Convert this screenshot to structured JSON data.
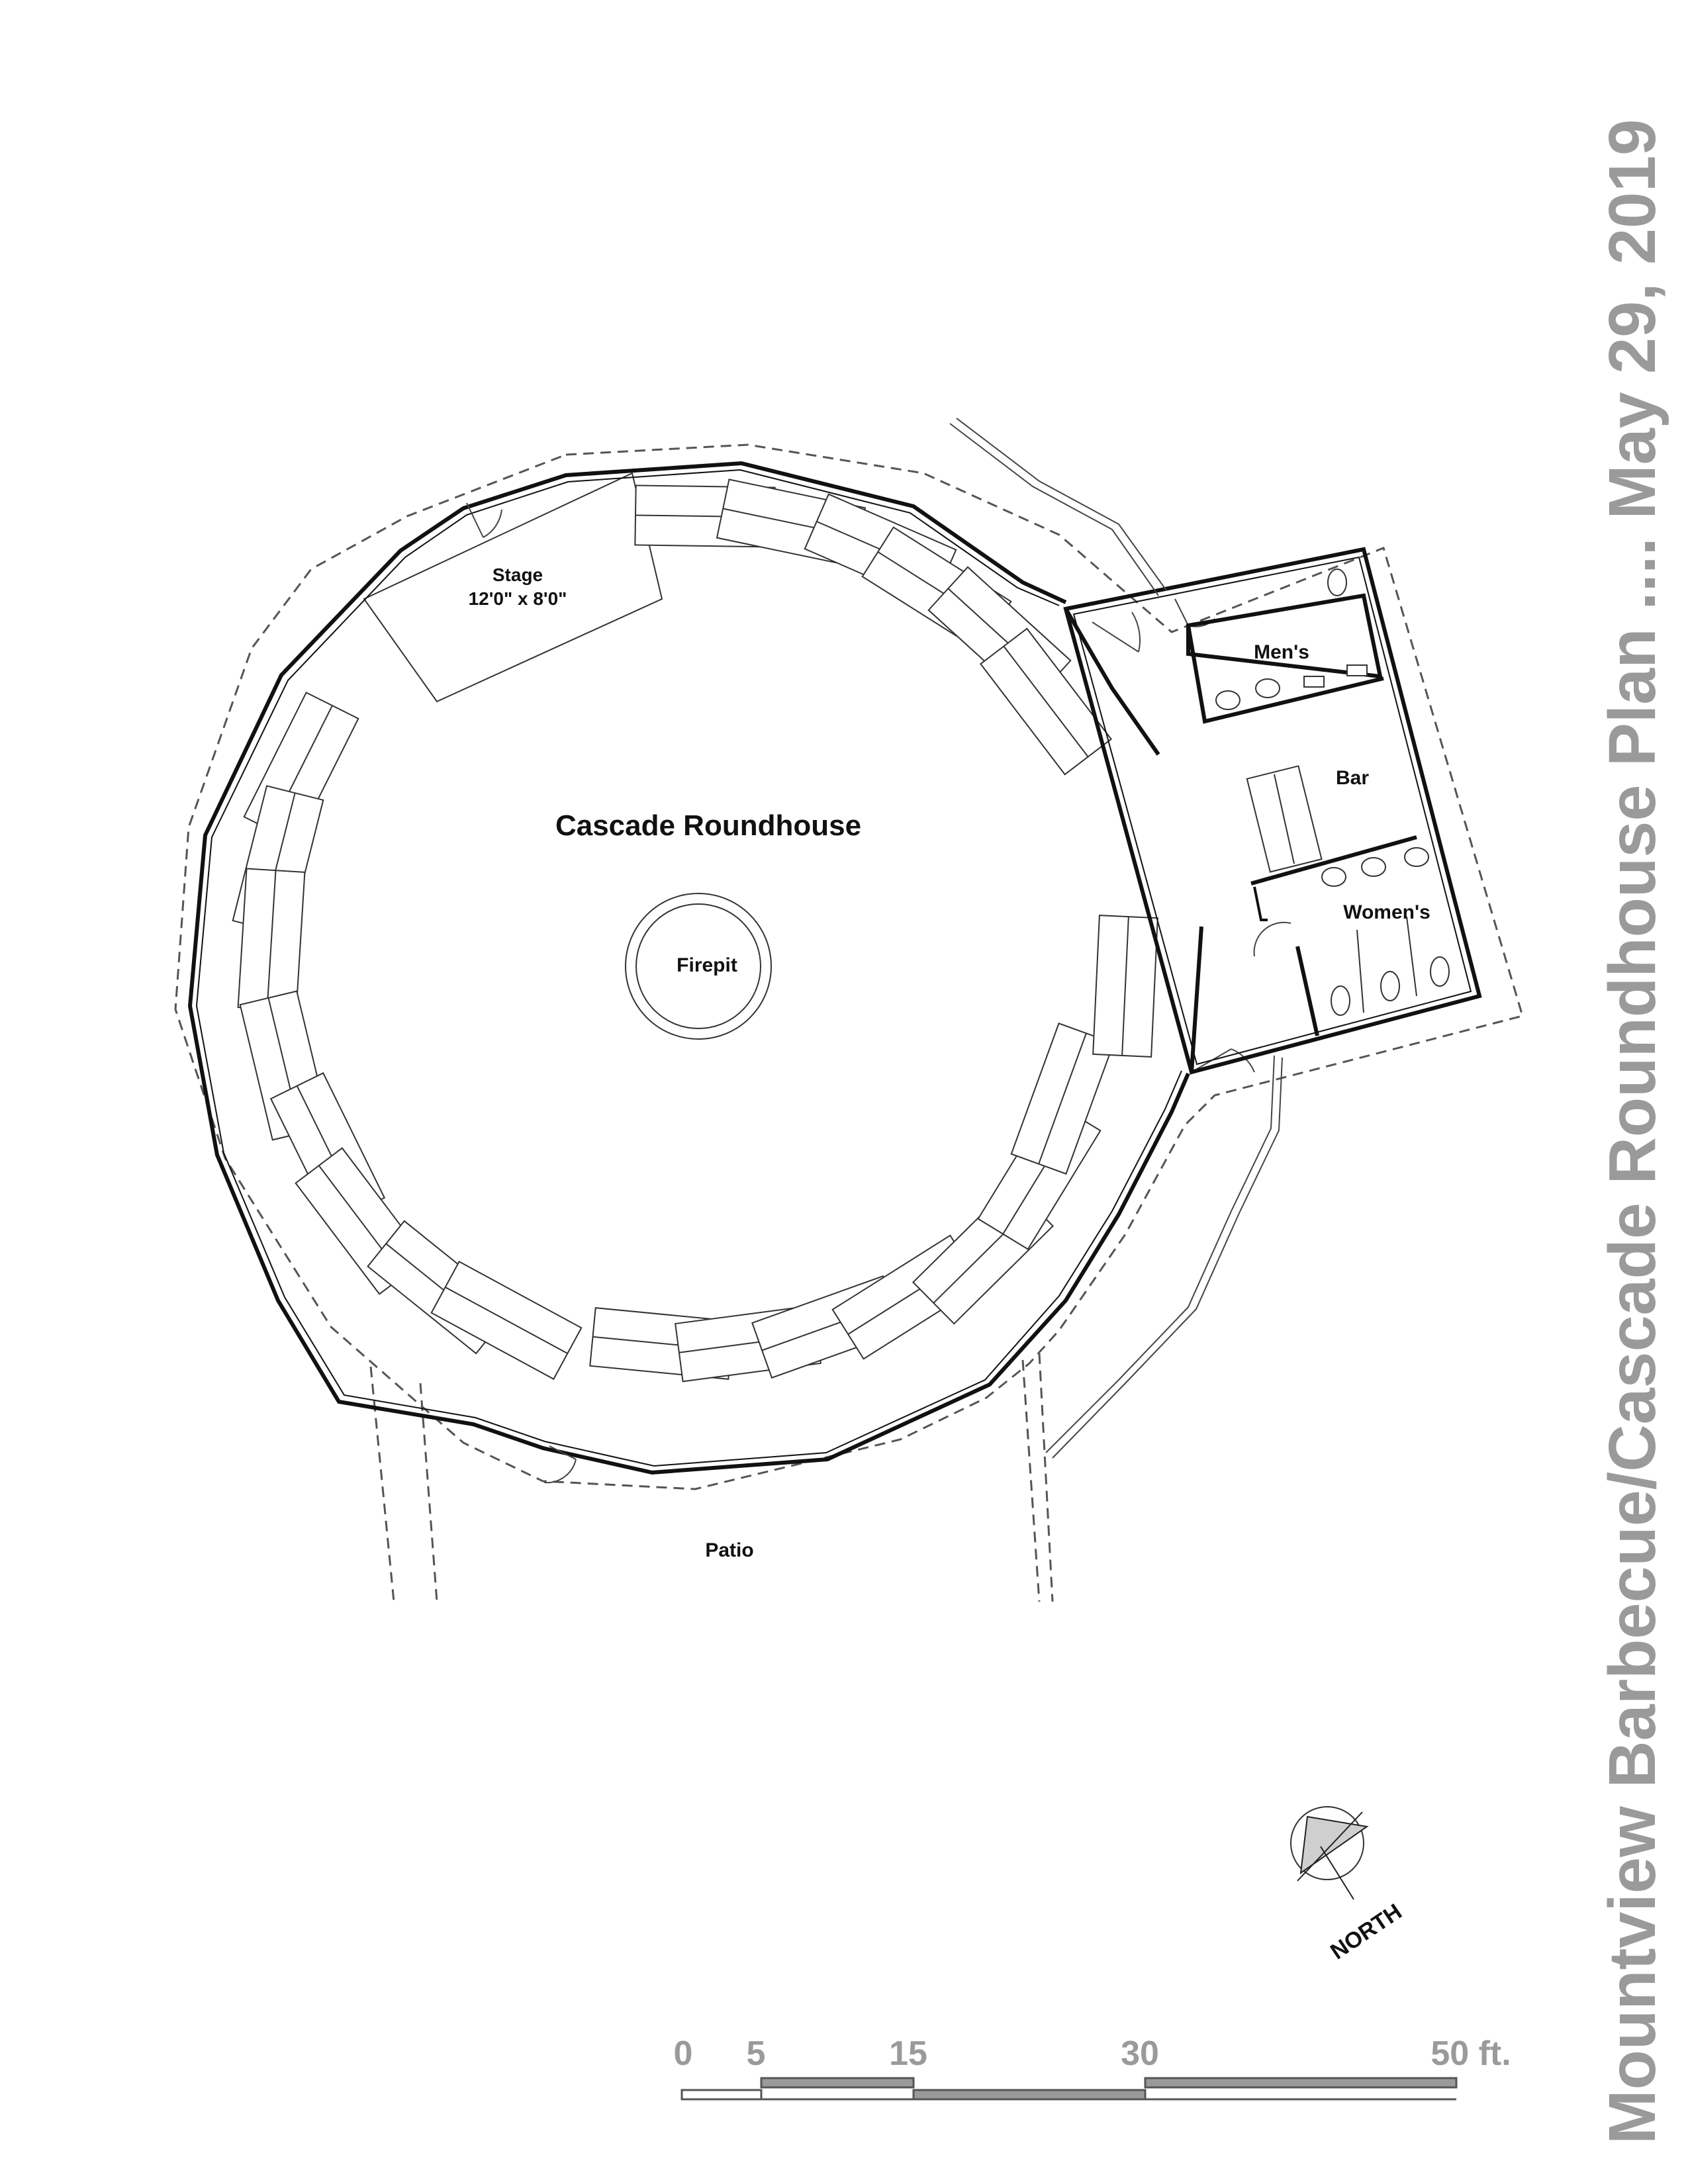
{
  "title": "Mountview Barbecue/Cascade Roundhouse Plan .... May 29, 2019",
  "rooms": {
    "main": "Cascade Roundhouse",
    "stage_name": "Stage",
    "stage_size": "12'0\" x 8'0\"",
    "firepit": "Firepit",
    "mens": "Men's",
    "bar": "Bar",
    "womens": "Women's",
    "patio": "Patio"
  },
  "north_label": "NORTH",
  "scale": {
    "ticks": [
      "0",
      "5",
      "15",
      "30",
      "50 ft."
    ]
  }
}
